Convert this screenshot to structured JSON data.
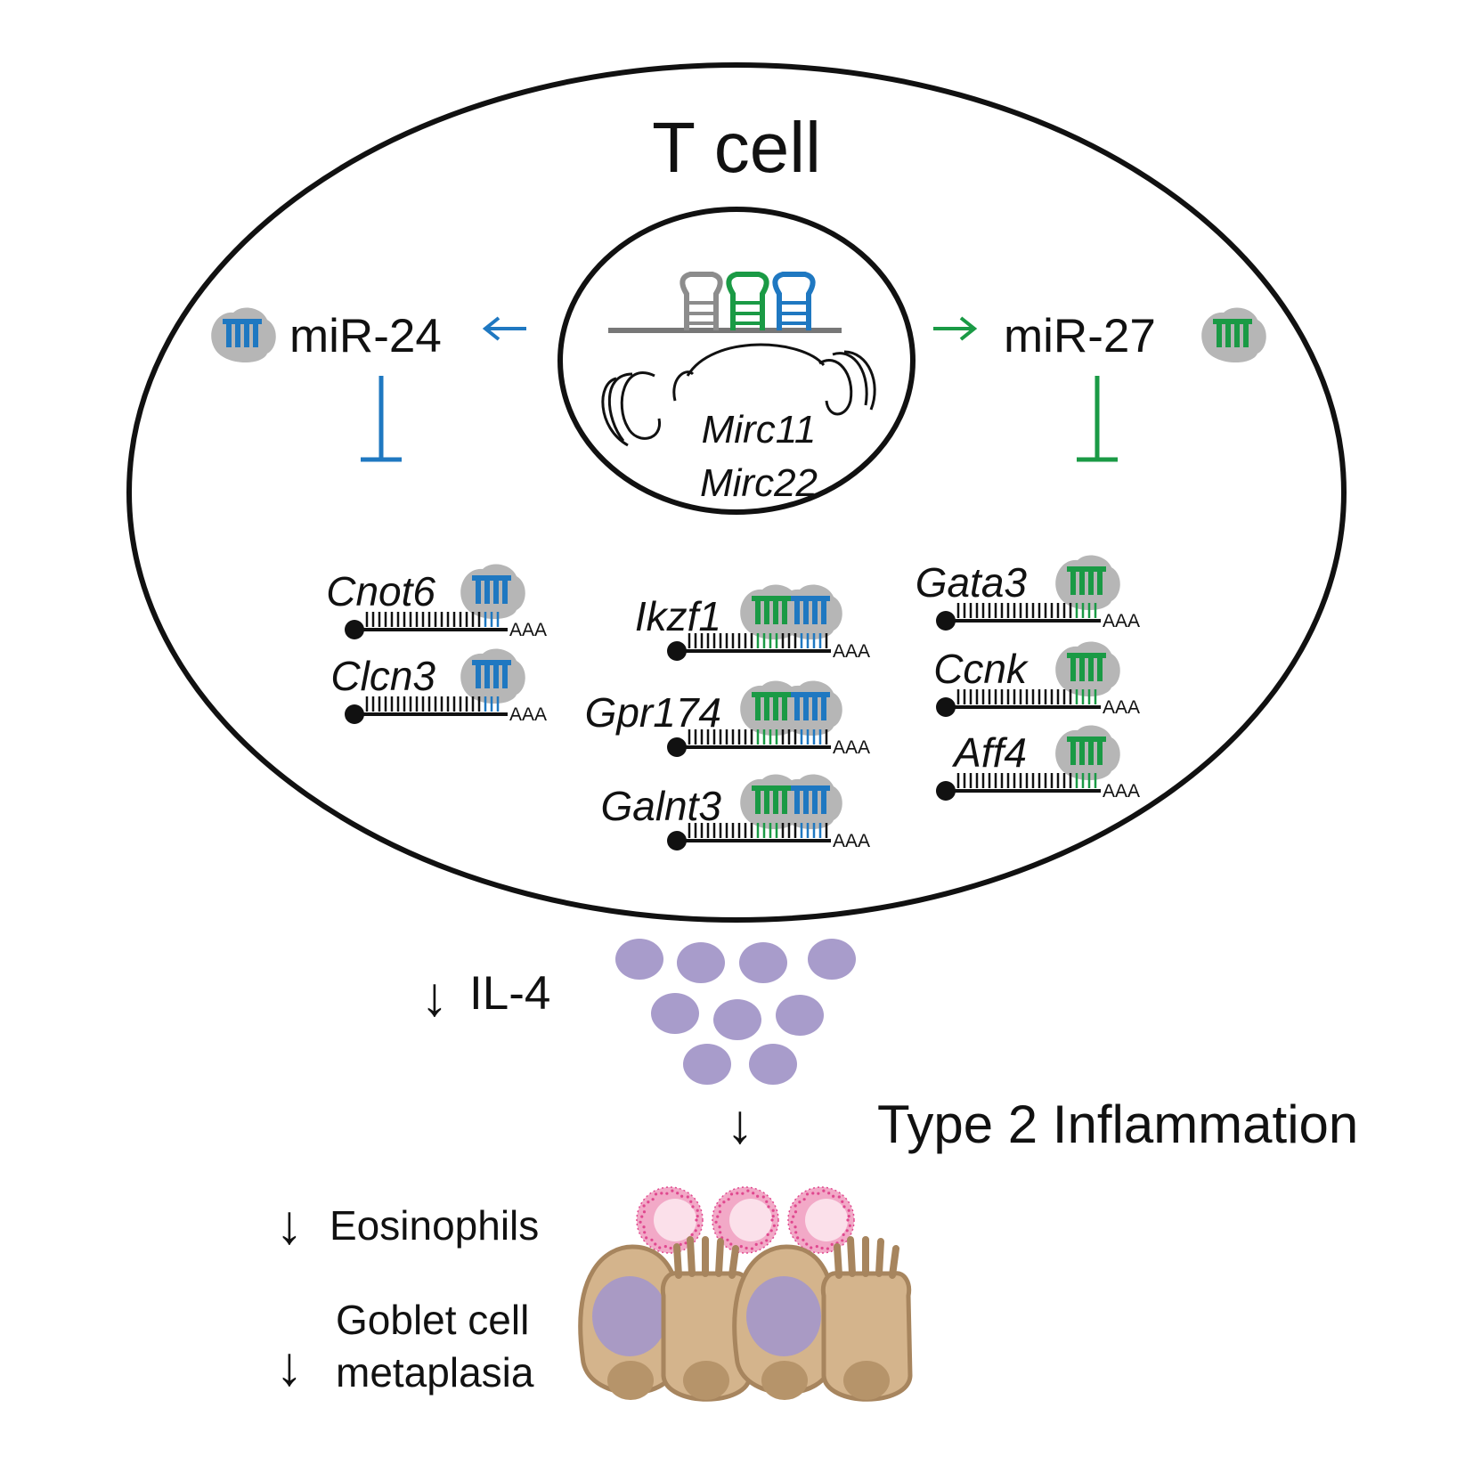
{
  "title": "T cell",
  "nucleus": {
    "cluster_labels": [
      "Mirc11",
      "Mirc22"
    ]
  },
  "mirnas": {
    "left": {
      "label": "miR-24",
      "color": "#1f78c1"
    },
    "right": {
      "label": "miR-27",
      "color": "#1a9a45"
    }
  },
  "mirna_hairpin_colors": [
    "#8c8c8c",
    "#1a9a45",
    "#1f78c1"
  ],
  "polyA": "AAA",
  "targets": {
    "mir24": [
      "Cnot6",
      "Clcn3"
    ],
    "both": [
      "Ikzf1",
      "Gpr174",
      "Galnt3"
    ],
    "mir27": [
      "Gata3",
      "Ccnk",
      "Aff4"
    ]
  },
  "outcomes": {
    "arrow_glyph": "↓",
    "il4": "IL-4",
    "type2": "Type 2 Inflammation",
    "eosinophils": "Eosinophils",
    "goblet_line1": "Goblet cell",
    "goblet_line2": "metaplasia"
  },
  "colors": {
    "cytokine": "#a89ccb",
    "eosinophil": "#f2a9c7",
    "eosinophil_granule": "#e0488f",
    "epithelium": "#d4b48c",
    "epithelium_edge": "#a7855e",
    "goblet_mucus": "#a99ac4",
    "ago_protein": "#b6b6b6"
  }
}
